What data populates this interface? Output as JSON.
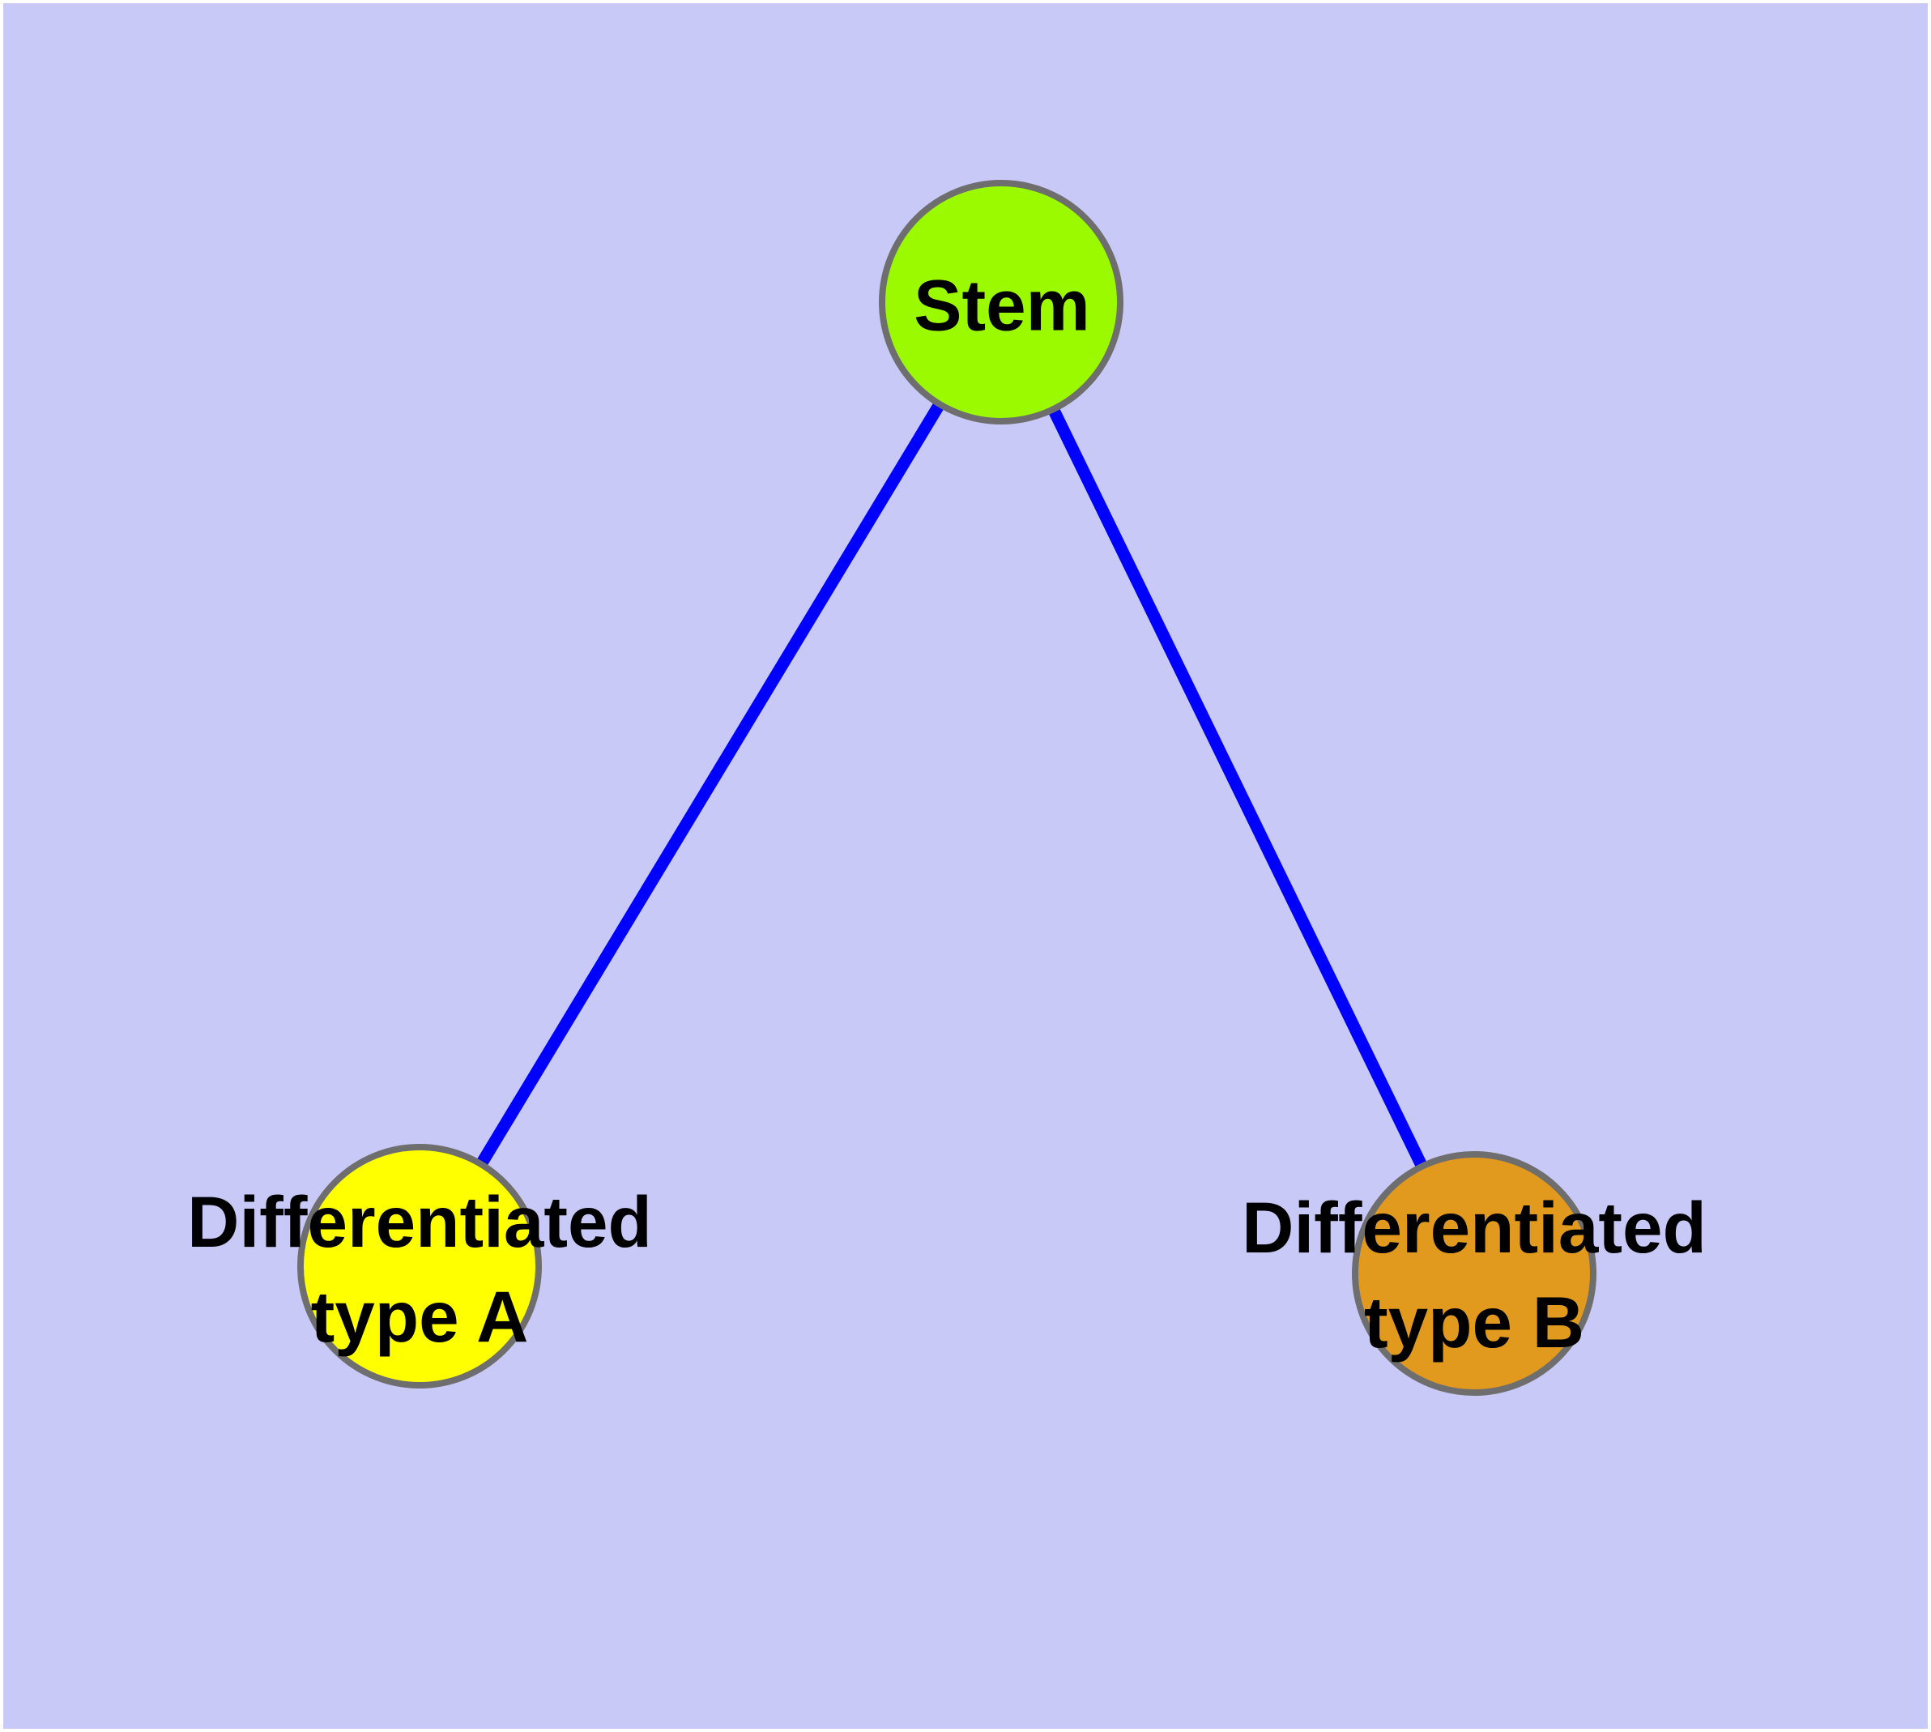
{
  "diagram": {
    "type": "graph",
    "nodes": [
      {
        "id": "stem",
        "label": "Stem",
        "fill": "#9BFA00",
        "shape": "circle"
      },
      {
        "id": "diff-a",
        "label_line1": "Differentiated",
        "label_line2": "type A",
        "fill": "#FFFF00",
        "shape": "circle"
      },
      {
        "id": "diff-b",
        "label_line1": "Differentiated",
        "label_line2": "type B",
        "fill": "#E29A1E",
        "shape": "circle"
      }
    ],
    "edges": [
      {
        "from": "Stem",
        "to": "Differentiated type A"
      },
      {
        "from": "Stem",
        "to": "Differentiated type B"
      }
    ],
    "colors": {
      "background": "#C9C9F7",
      "page_margin": "#FFFFFF",
      "edge": "#0000FF",
      "node_border": "#6E6E6E",
      "label_text": "#000000",
      "stem_fill": "#9BFA00",
      "type_a_fill": "#FFFF00",
      "type_b_fill": "#E29A1E"
    }
  }
}
